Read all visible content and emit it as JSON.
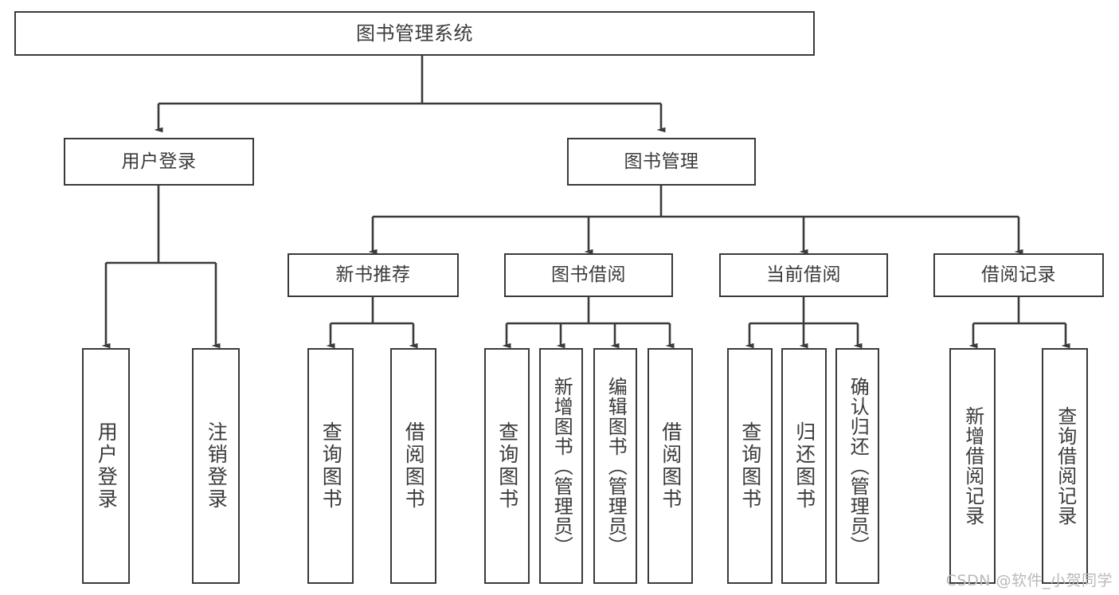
{
  "diagram": {
    "title": "图书管理系统",
    "watermark": "CSDN @软件_小贺同学",
    "colors": {
      "stroke": "#3a3a3a",
      "text": "#3b3b3b",
      "background": "#ffffff",
      "watermark": "#b9b9b9"
    },
    "root": {
      "label": "图书管理系统"
    },
    "level2": [
      {
        "label": "用户登录"
      },
      {
        "label": "图书管理"
      }
    ],
    "level3": [
      {
        "label": "新书推荐"
      },
      {
        "label": "图书借阅"
      },
      {
        "label": "当前借阅"
      },
      {
        "label": "借阅记录"
      }
    ],
    "leaves": {
      "user_login": [
        {
          "label": "用户登录"
        },
        {
          "label": "注销登录"
        }
      ],
      "new_book_recommend": [
        {
          "label": "查询图书"
        },
        {
          "label": "借阅图书"
        }
      ],
      "book_borrow": [
        {
          "label": "查询图书"
        },
        {
          "label": "新增图书（管理员）"
        },
        {
          "label": "编辑图书（管理员）"
        },
        {
          "label": "借阅图书"
        }
      ],
      "current_borrow": [
        {
          "label": "查询图书"
        },
        {
          "label": "归还图书"
        },
        {
          "label": "确认归还（管理员）"
        }
      ],
      "borrow_record": [
        {
          "label": "新增借阅记录"
        },
        {
          "label": "查询借阅记录"
        }
      ]
    }
  }
}
